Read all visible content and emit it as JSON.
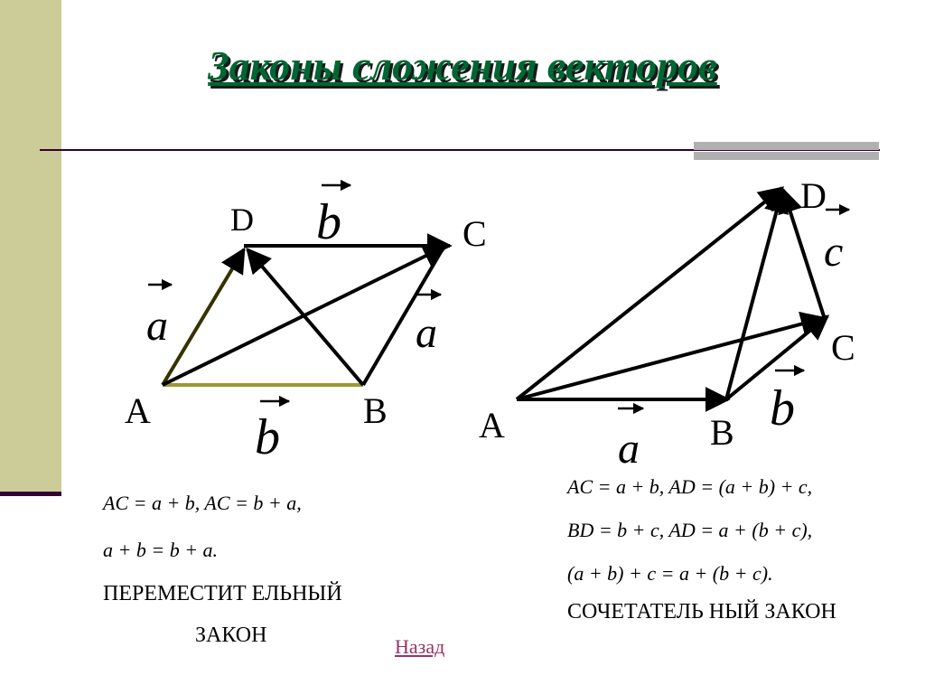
{
  "title": "Законы сложения векторов",
  "parallelogram": {
    "points": {
      "A": "A",
      "B": "B",
      "C": "C",
      "D": "D"
    },
    "vector_labels": {
      "ad": "a",
      "dc": "b",
      "ab": "b",
      "bc": "a"
    },
    "equation_line1": "AC = a + b, AC = b + a,",
    "equation_line2": "a + b = b + a.",
    "caption_line1": "ПЕРЕМЕСТИТ ЕЛЬНЫЙ",
    "caption_line2": "ЗАКОН"
  },
  "quadrilateral": {
    "points": {
      "A": "A",
      "B": "B",
      "C": "C",
      "D": "D"
    },
    "vector_labels": {
      "ab": "a",
      "bc": "b",
      "cd": "c"
    },
    "equation_line1": "AC = a + b, AD = (a + b) + c,",
    "equation_line2": "BD = b + c, AD = a + (b + c),",
    "equation_line3": "(a + b) + c = a + (b + c).",
    "caption": "СОЧЕТАТЕЛЬ НЫЙ ЗАКОН"
  },
  "back_link": "Назад",
  "colors": {
    "title": "#006633",
    "sidebar": "#cccc99",
    "link": "#993366",
    "edge_ad": "#333300",
    "edge_ab": "#999933"
  }
}
